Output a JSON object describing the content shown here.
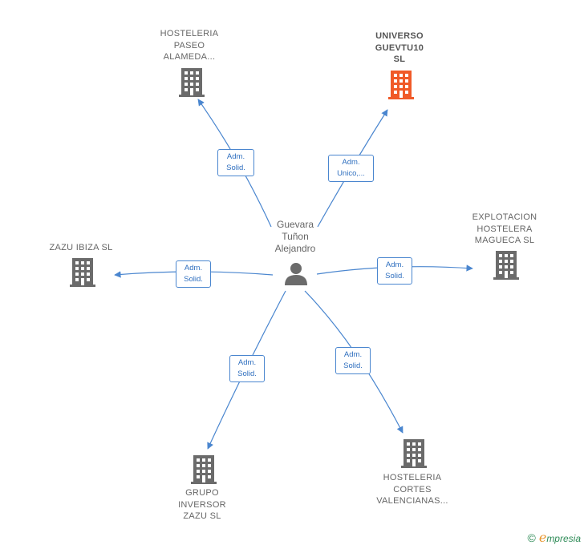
{
  "center": {
    "name": "Guevara\nTuñon\nAlejandro",
    "icon": "person-icon"
  },
  "companies": [
    {
      "id": "hosteleria-paseo",
      "label": "HOSTELERIA\nPASEO\nALAMEDA...",
      "highlight": false,
      "icon": "building-icon",
      "color": "#6b6b6b"
    },
    {
      "id": "universo-guevtu10",
      "label": "UNIVERSO\nGUEVTU10\nSL",
      "highlight": true,
      "icon": "building-icon",
      "color": "#f05a28"
    },
    {
      "id": "explotacion-hostelera",
      "label": "EXPLOTACION\nHOSTELERA\nMAGUECA  SL",
      "highlight": false,
      "icon": "building-icon",
      "color": "#6b6b6b"
    },
    {
      "id": "zazu-ibiza",
      "label": "ZAZU IBIZA  SL",
      "highlight": false,
      "icon": "building-icon",
      "color": "#6b6b6b"
    },
    {
      "id": "grupo-inversor",
      "label": "GRUPO\nINVERSOR\nZAZU  SL",
      "highlight": false,
      "icon": "building-icon",
      "color": "#6b6b6b"
    },
    {
      "id": "hosteleria-cortes",
      "label": "HOSTELERIA\nCORTES\nVALENCIANAS...",
      "highlight": false,
      "icon": "building-icon",
      "color": "#6b6b6b"
    }
  ],
  "edges": [
    {
      "to": "hosteleria-paseo",
      "label": "Adm.\nSolid."
    },
    {
      "to": "universo-guevtu10",
      "label": "Adm.\nUnico,..."
    },
    {
      "to": "explotacion-hostelera",
      "label": "Adm.\nSolid."
    },
    {
      "to": "zazu-ibiza",
      "label": "Adm.\nSolid."
    },
    {
      "to": "grupo-inversor",
      "label": "Adm.\nSolid."
    },
    {
      "to": "hosteleria-cortes",
      "label": "Adm.\nSolid."
    }
  ],
  "colors": {
    "edge": "#4a86cf",
    "person": "#6b6b6b"
  },
  "brand": {
    "copyright": "©",
    "initial": "e",
    "rest": "mpresia"
  }
}
